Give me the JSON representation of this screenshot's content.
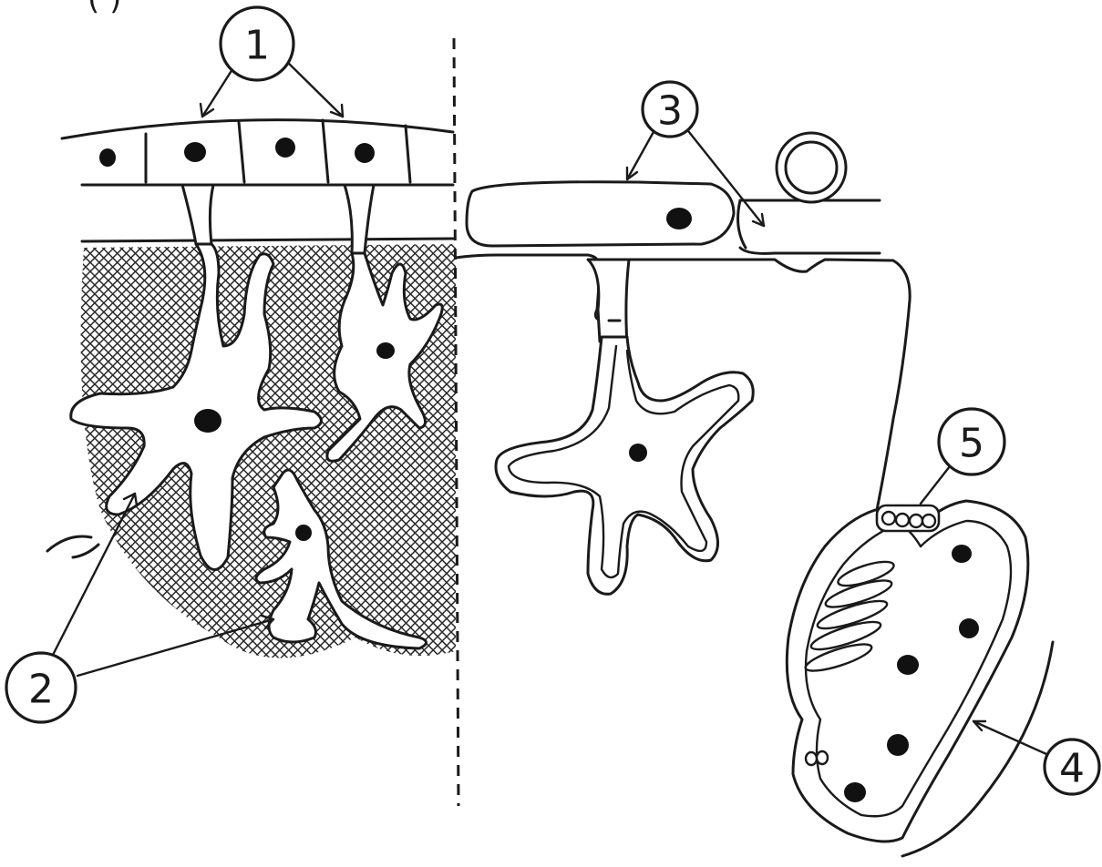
{
  "figure": {
    "corner_label": "(  )",
    "labels": [
      {
        "id": "label-1",
        "text": "1"
      },
      {
        "id": "label-2",
        "text": "2"
      },
      {
        "id": "label-3",
        "text": "3"
      },
      {
        "id": "label-4",
        "text": "4"
      },
      {
        "id": "label-5",
        "text": "5"
      }
    ],
    "colors": {
      "ink": "#1a1a1a",
      "background": "#ffffff",
      "hatch": "#2a2a2a"
    }
  }
}
